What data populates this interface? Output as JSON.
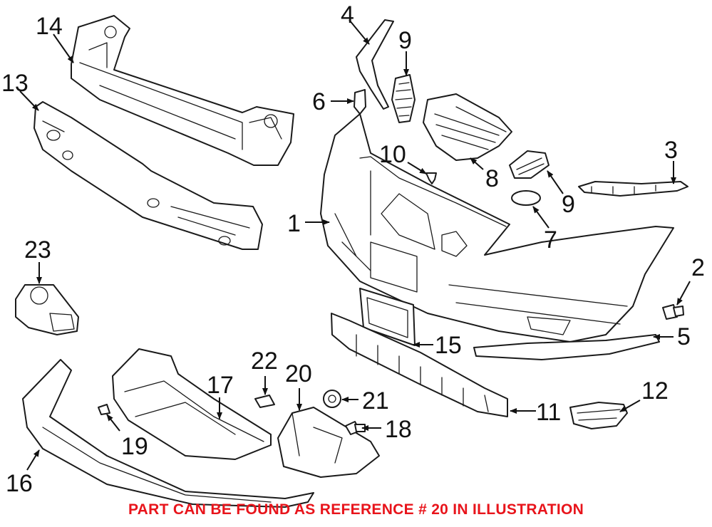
{
  "labels": [
    "1",
    "2",
    "3",
    "4",
    "5",
    "6",
    "7",
    "8",
    "9",
    "9",
    "10",
    "11",
    "12",
    "13",
    "14",
    "15",
    "16",
    "17",
    "18",
    "19",
    "20",
    "21",
    "22",
    "23"
  ],
  "note": "PART CAN BE FOUND AS REFERENCE # 20 IN ILLUSTRATION",
  "colors": {
    "note": "#e8141b",
    "line": "#1a1a1a"
  }
}
